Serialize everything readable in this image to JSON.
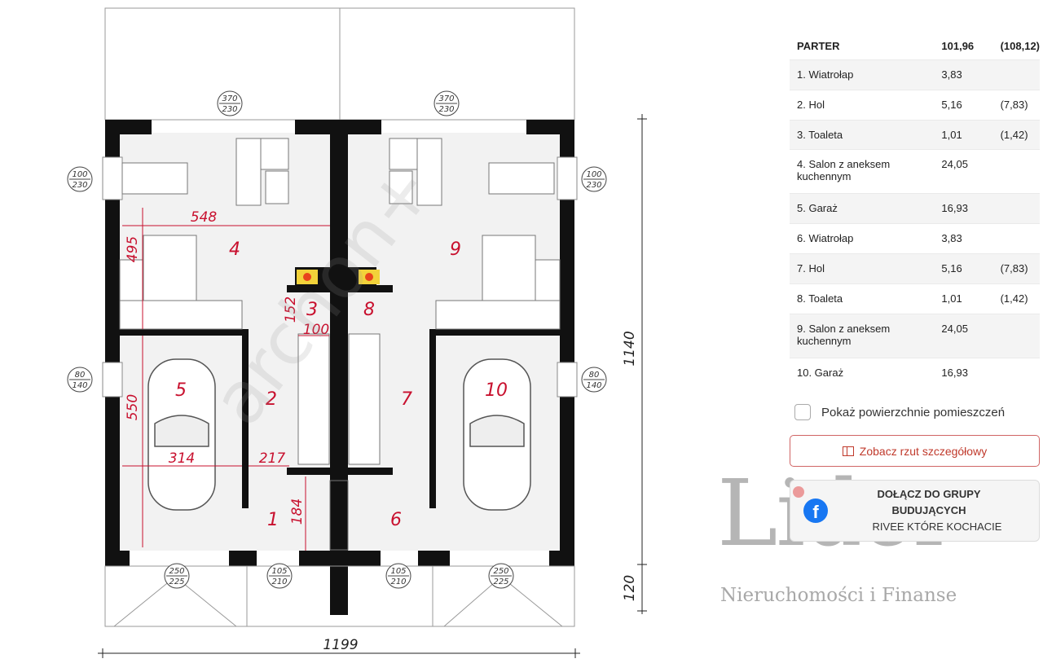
{
  "plan": {
    "total_width_dim": "1199",
    "height_dim": "1140",
    "porch_dim": "120",
    "dims": {
      "d548": "548",
      "d495": "495",
      "d550": "550",
      "d314": "314",
      "d217": "217",
      "d184": "184",
      "d152": "152",
      "d100": "100"
    },
    "openings": {
      "top_left_top": "370",
      "top_left_bot": "230",
      "top_right_top": "370",
      "top_right_bot": "230",
      "side_left_top": "100",
      "side_left_bot": "230",
      "side_right_top": "100",
      "side_right_bot": "230",
      "mid_left_top": "80",
      "mid_left_bot": "140",
      "mid_right_top": "80",
      "mid_right_bot": "140",
      "bot_garage_l_top": "250",
      "bot_garage_l_bot": "225",
      "bot_door_l_top": "105",
      "bot_door_l_bot": "210",
      "bot_door_r_top": "105",
      "bot_door_r_bot": "210",
      "bot_garage_r_top": "250",
      "bot_garage_r_bot": "225"
    },
    "rooms": {
      "r1": "1",
      "r2": "2",
      "r3": "3",
      "r4": "4",
      "r5": "5",
      "r6": "6",
      "r7": "7",
      "r8": "8",
      "r9": "9",
      "r10": "10"
    },
    "watermark": "archon+"
  },
  "table": {
    "header": {
      "label": "PARTER",
      "area": "101,96",
      "alt": "(108,12)"
    },
    "rows": [
      {
        "label": "1. Wiatrołap",
        "area": "3,83",
        "alt": ""
      },
      {
        "label": "2. Hol",
        "area": "5,16",
        "alt": "(7,83)"
      },
      {
        "label": "3. Toaleta",
        "area": "1,01",
        "alt": "(1,42)"
      },
      {
        "label": "4. Salon z aneksem kuchennym",
        "area": "24,05",
        "alt": ""
      },
      {
        "label": "5. Garaż",
        "area": "16,93",
        "alt": ""
      },
      {
        "label": "6. Wiatrołap",
        "area": "3,83",
        "alt": ""
      },
      {
        "label": "7. Hol",
        "area": "5,16",
        "alt": "(7,83)"
      },
      {
        "label": "8. Toaleta",
        "area": "1,01",
        "alt": "(1,42)"
      },
      {
        "label": "9. Salon z aneksem kuchennym",
        "area": "24,05",
        "alt": ""
      },
      {
        "label": "10. Garaż",
        "area": "16,93",
        "alt": ""
      }
    ]
  },
  "checkbox": {
    "label": "Pokaż powierzchnie pomieszczeń",
    "checked": false
  },
  "detail_button": {
    "label": "Zobacz rzut szczegółowy"
  },
  "group_box": {
    "line1": "DOŁĄCZ DO GRUPY",
    "line2": "BUDUJĄCYCH",
    "line3": "RIVEE KTÓRE KOCHACIE",
    "icon": "facebook-icon"
  },
  "watermark": {
    "brand": "Lider",
    "tagline": "Nieruchomości i Finanse"
  },
  "colors": {
    "accent": "#c0392b",
    "room_numbers": "#c8102e",
    "wall": "#111111"
  }
}
